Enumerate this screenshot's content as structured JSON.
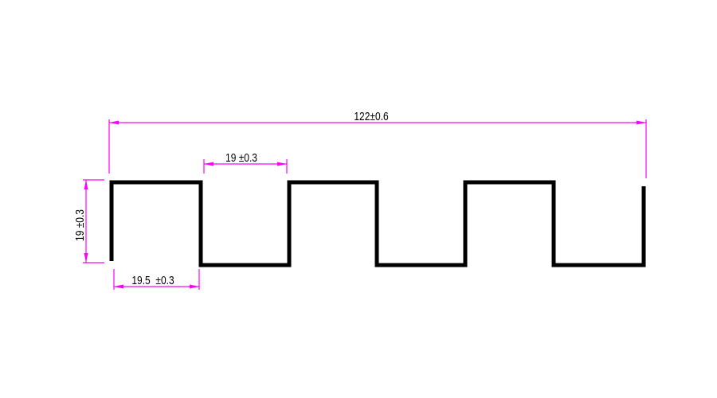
{
  "drawing": {
    "profile_color": "#000000",
    "dimension_color": "#ff00ff",
    "dimensions": {
      "overall_width": "122±0.6",
      "gap_width": "19 ±0.3",
      "height": "19 ±0.3",
      "flange_width": "19.5  ±0.3"
    }
  }
}
